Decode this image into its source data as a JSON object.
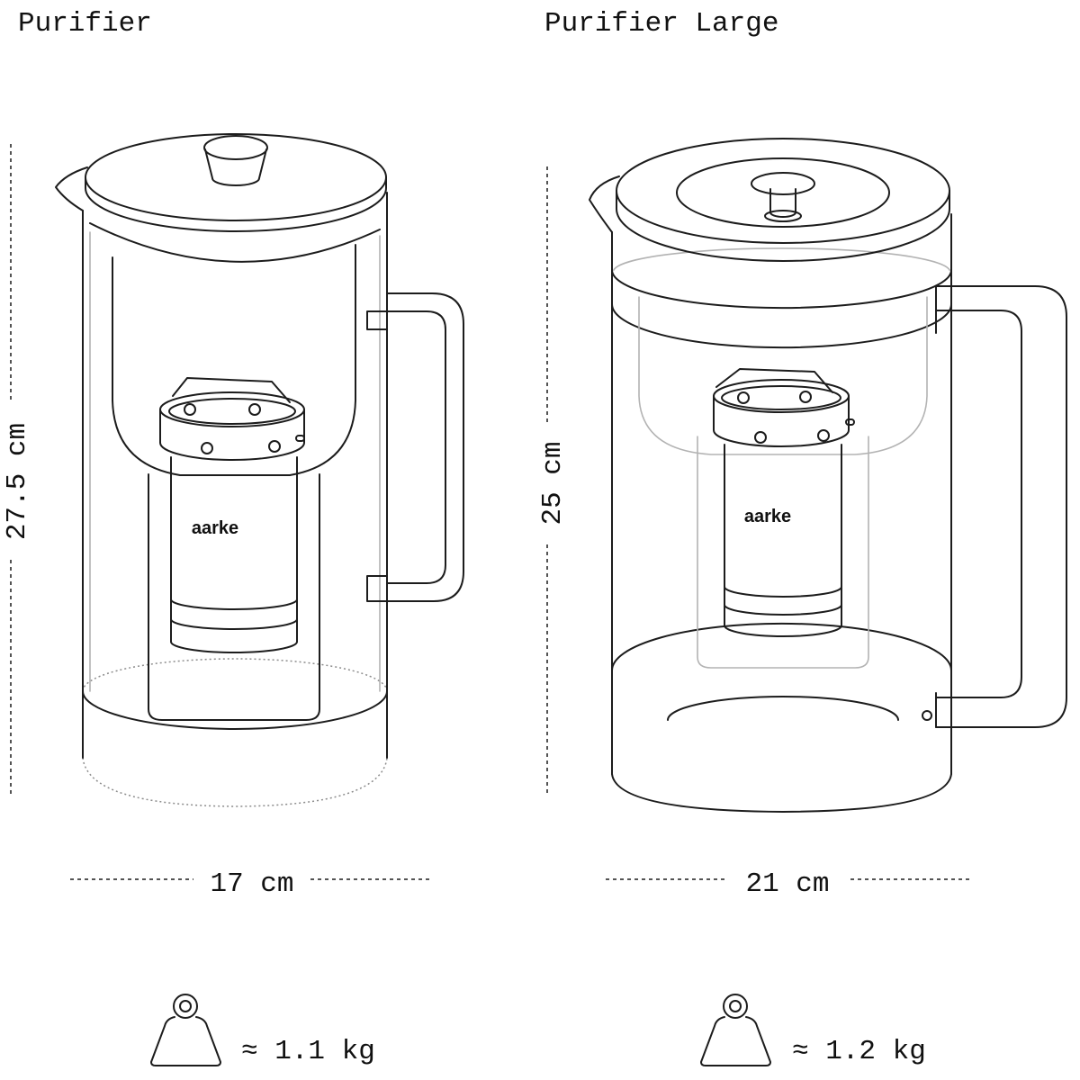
{
  "products": [
    {
      "name": "Purifier",
      "height": "27.5 cm",
      "width": "17 cm",
      "weight": "≈ 1.1 kg",
      "brand": "aarke",
      "weight_icon": "weight-icon"
    },
    {
      "name": "Purifier Large",
      "height": "25 cm",
      "width": "21 cm",
      "weight": "≈ 1.2 kg",
      "brand": "aarke",
      "weight_icon": "weight-icon"
    }
  ]
}
